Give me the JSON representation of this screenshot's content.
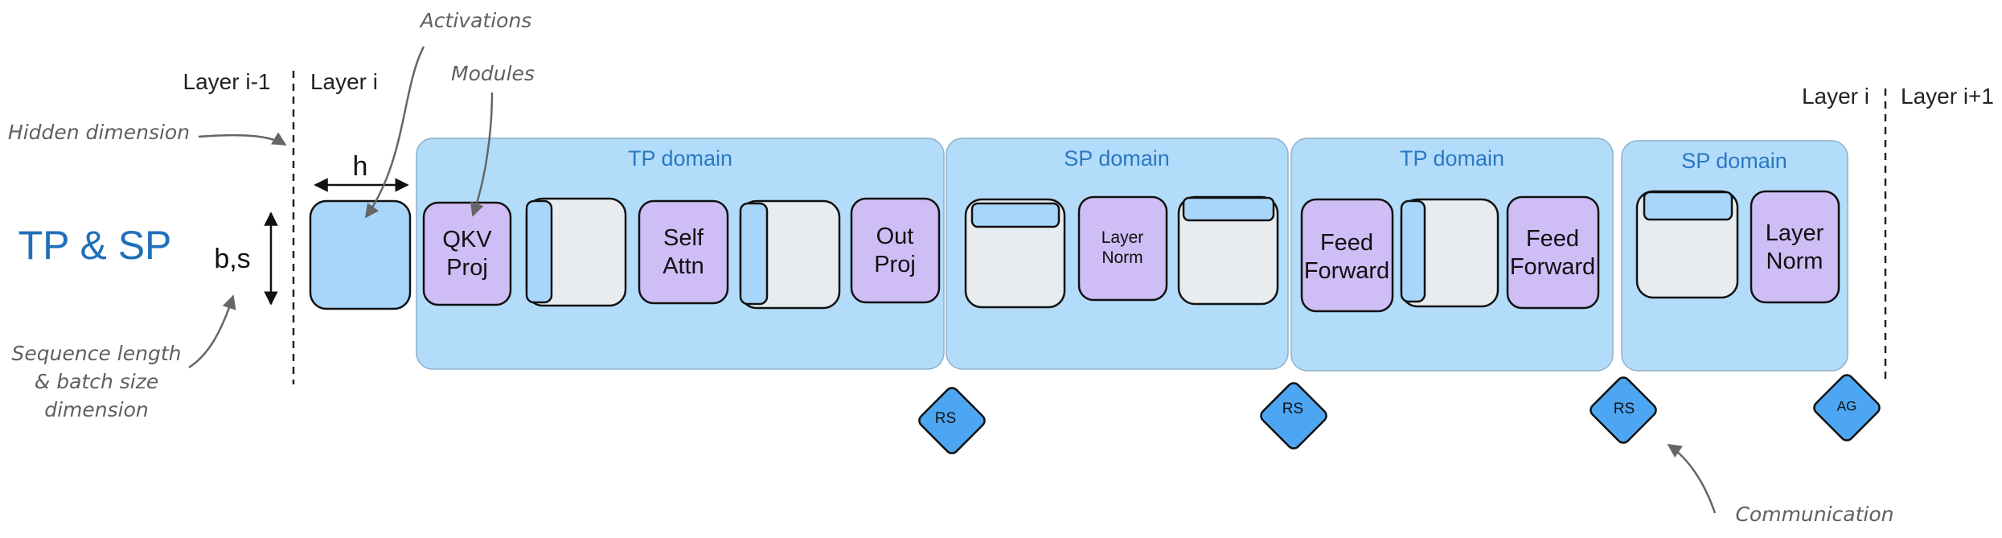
{
  "title": "TP & SP",
  "layer_labels": {
    "prev": "Layer i-1",
    "current_left": "Layer i",
    "current_right": "Layer i",
    "next": "Layer i+1"
  },
  "dimensions": {
    "h": "h",
    "bs": "b,s"
  },
  "annotations": {
    "activations": "Activations",
    "modules": "Modules",
    "hidden": "Hidden dimension",
    "seq_line1": "Sequence length",
    "seq_line2": "& batch size",
    "seq_line3": "dimension",
    "communication": "Communication"
  },
  "domains": {
    "tp1": "TP domain",
    "sp1": "SP domain",
    "tp2": "TP domain",
    "sp2": "SP domain"
  },
  "modules": {
    "qkv_line1": "QKV",
    "qkv_line2": "Proj",
    "self_line1": "Self",
    "self_line2": "Attn",
    "out_line1": "Out",
    "out_line2": "Proj",
    "ln1_line1": "Layer",
    "ln1_line2": "Norm",
    "ff1_line1": "Feed",
    "ff1_line2": "Forward",
    "ff2_line1": "Feed",
    "ff2_line2": "Forward",
    "ln2_line1": "Layer",
    "ln2_line2": "Norm"
  },
  "comm_ops": {
    "rs1": "RS",
    "rs2": "RS",
    "rs3": "RS",
    "ag": "AG"
  },
  "colors": {
    "title": "#1f6fba",
    "domain_fill": "#b3dcfa",
    "domain_text": "#2a78c2",
    "module_fill": "#cfbdf6",
    "activation_fill": "#a8d6fb",
    "tensor_fill": "#e8ecef",
    "comm_fill": "#4da6f2",
    "annotation": "#606060"
  }
}
